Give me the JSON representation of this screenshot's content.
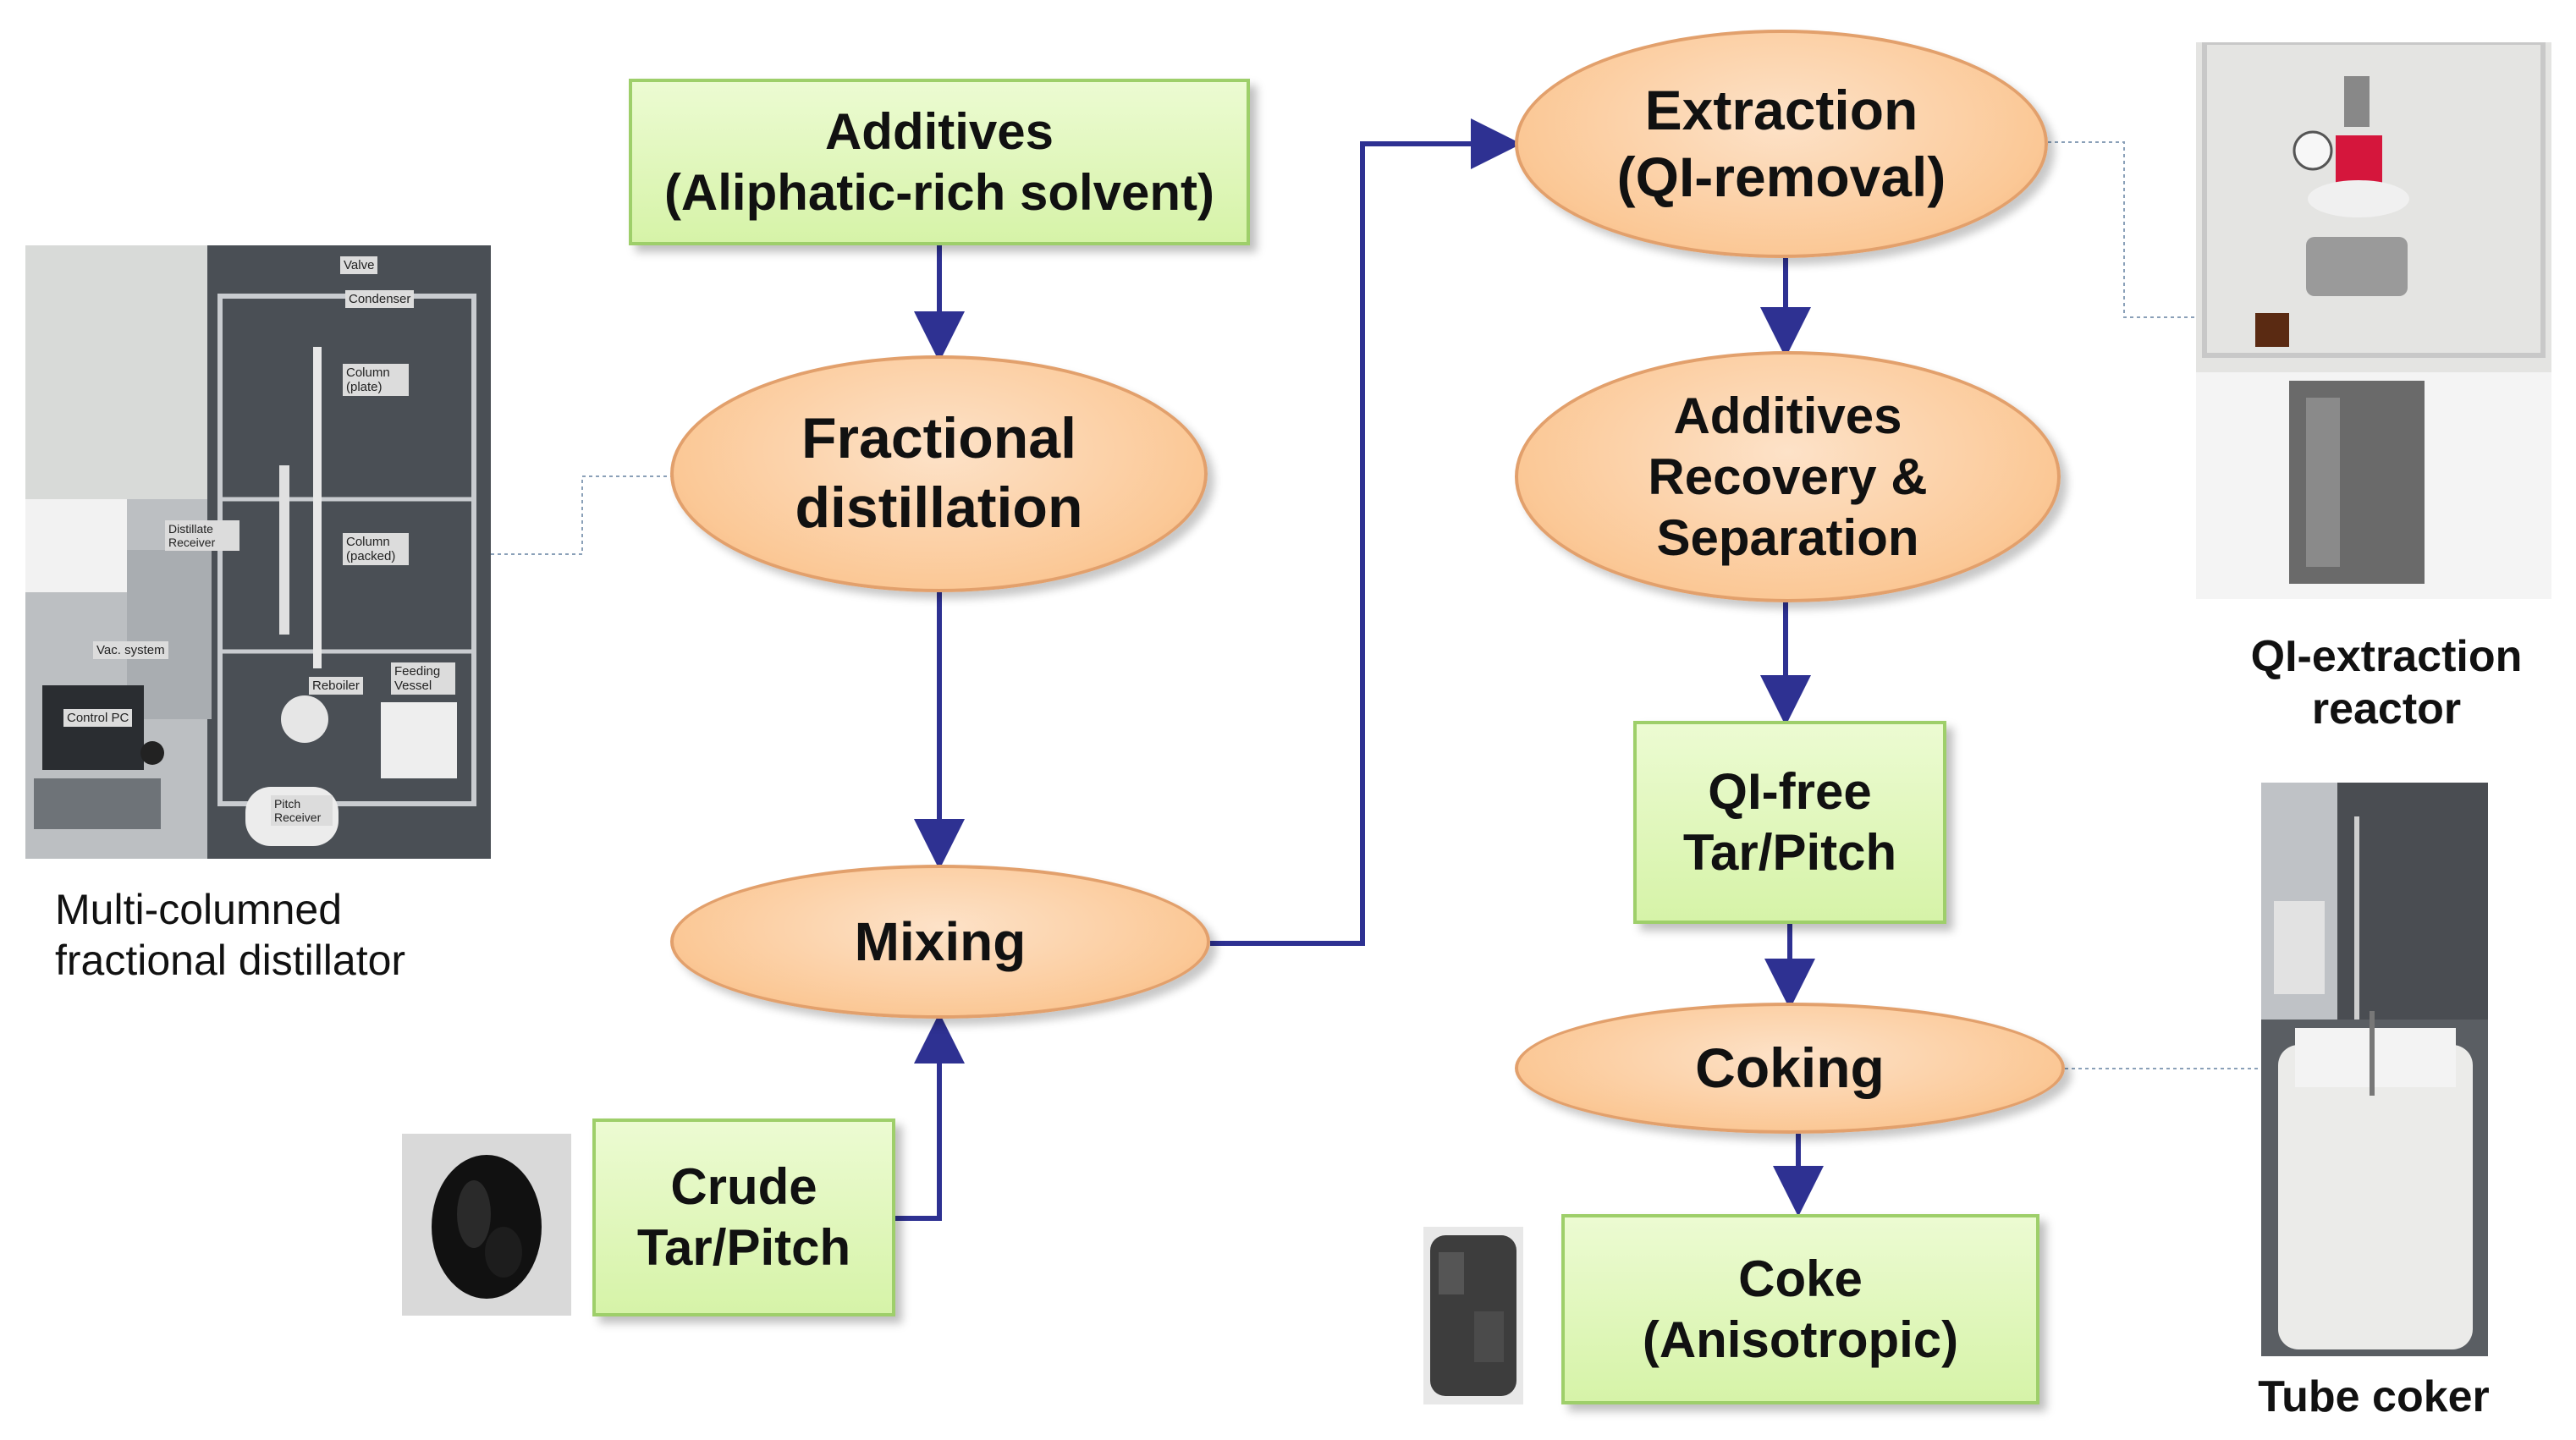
{
  "nodes": {
    "additives_solvent": [
      "Additives",
      "(Aliphatic-rich solvent)"
    ],
    "fractional_distillation": [
      "Fractional",
      "distillation"
    ],
    "mixing": [
      "Mixing"
    ],
    "crude_tar": [
      "Crude",
      "Tar/Pitch"
    ],
    "extraction": [
      "Extraction",
      "(QI-removal)"
    ],
    "additives_recovery": [
      "Additives",
      "Recovery &",
      "Separation"
    ],
    "qi_free": [
      "QI-free",
      "Tar/Pitch"
    ],
    "coking": [
      "Coking"
    ],
    "coke": [
      "Coke",
      "(Anisotropic)"
    ]
  },
  "captions": {
    "distillator": [
      "Multi-columned",
      "fractional distillator"
    ],
    "qi_reactor": [
      "QI-extraction",
      "reactor"
    ],
    "tube_coker": [
      "Tube coker"
    ]
  },
  "photo_labels": {
    "valve": "Valve",
    "condenser": "Condenser",
    "column_plate": "Column (plate)",
    "distillate_receiver": "Distillate Receiver",
    "column_packed": "Column (packed)",
    "vac_system": "Vac. system",
    "control_pc": "Control PC",
    "reboiler": "Reboiler",
    "feeding_vessel": "Feeding Vessel",
    "pitch_receiver": "Pitch Receiver"
  },
  "colors": {
    "arrow": "#2e3192",
    "box_fill": "#dff6b8",
    "box_border": "#9ecf6a",
    "ellipse_fill": "#fbc896",
    "ellipse_border": "#e2a06c",
    "connector_dotted": "#8aa0b8"
  }
}
